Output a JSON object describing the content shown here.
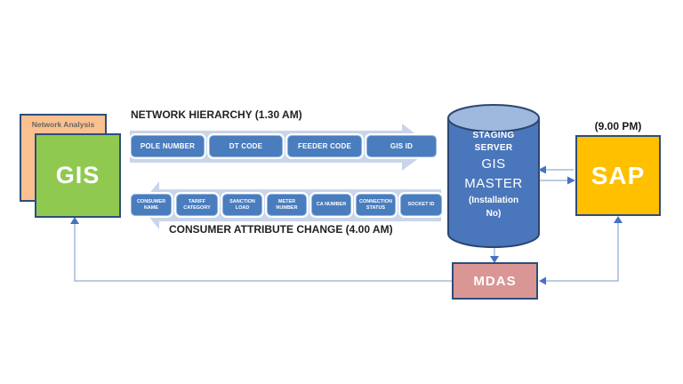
{
  "colors": {
    "attribute_box_blue": "#4A7DBE",
    "attribute_box_border": "#93B5DE",
    "flow_arrow_fill": "#C9D5E9",
    "gis_green": "#90C94F",
    "network_analysis_orange": "#FAC090",
    "sap_gold": "#FFC000",
    "mdas_salmon": "#D99694",
    "dark_border_navy": "#2E4D7B",
    "cylinder_body_blue": "#4A77BC",
    "cylinder_top_blue": "#9FB9DE",
    "connector_line": "#A3BBD9",
    "connector_arrowhead": "#4472C4"
  },
  "gis_stack": {
    "back_box_label": "Network Analysis",
    "front_box_label": "GIS"
  },
  "network_hierarchy": {
    "title": "NETWORK HIERARCHY (1.30 AM)",
    "items": [
      "POLE NUMBER",
      "DT CODE",
      "FEEDER CODE",
      "GIS ID"
    ]
  },
  "consumer_attributes": {
    "title": "CONSUMER ATTRIBUTE CHANGE (4.00 AM)",
    "items": [
      "CONSUMER NAME",
      "TARIFF CATEGORY",
      "SANCTION LOAD",
      "METER NUMBER",
      "CA NUMBER",
      "CONNECTION STATUS",
      "SOCKET ID"
    ]
  },
  "staging_server": {
    "small_lines": [
      "STAGING",
      "SERVER"
    ],
    "big_lines": [
      "GIS",
      "MASTER"
    ],
    "bold_lines": [
      "(Installation",
      "No)"
    ]
  },
  "sap": {
    "label": "SAP",
    "schedule": "(9.00 PM)"
  },
  "mdas": {
    "label": "MDAS"
  }
}
